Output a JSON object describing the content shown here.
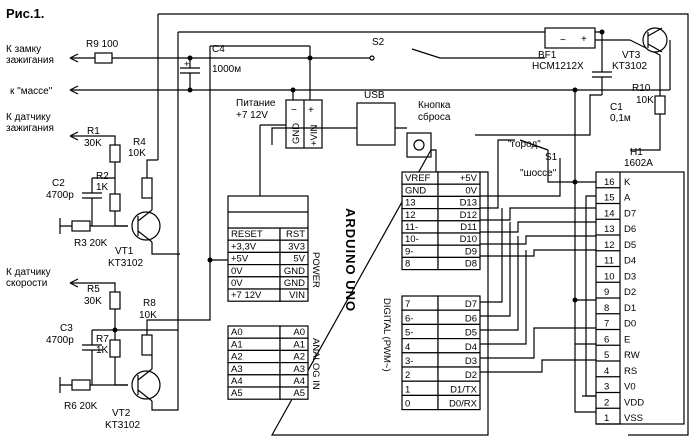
{
  "figure_title": "Рис.1.",
  "left_labels": {
    "ignition_lock": [
      "К замку",
      "зажигания"
    ],
    "ground": "к \"массе\"",
    "ignition_sensor": [
      "К датчику",
      "зажигания"
    ],
    "speed_sensor": [
      "К датчику",
      "скорости"
    ]
  },
  "components": {
    "r9": "R9 100",
    "c4": [
      "C4",
      "1000м"
    ],
    "s2": "S2",
    "bf1": [
      "BF1",
      "HCM1212X"
    ],
    "vt3": [
      "VT3",
      "KT3102"
    ],
    "r10": [
      "R10",
      "10K"
    ],
    "c1": [
      "C1",
      "0,1м"
    ],
    "r1": [
      "R1",
      "30K"
    ],
    "r2": [
      "R2",
      "1K"
    ],
    "r4": [
      "R4",
      "10K"
    ],
    "c2": [
      "C2",
      "4700p"
    ],
    "r3": "R3 20K",
    "vt1": [
      "VT1",
      "KT3102"
    ],
    "r5": [
      "R5",
      "30K"
    ],
    "r7": [
      "R7",
      "1K"
    ],
    "r8": [
      "R8",
      "10K"
    ],
    "c3": [
      "C3",
      "4700p"
    ],
    "r6": "R6 20K",
    "vt2": [
      "VT2",
      "KT3102"
    ],
    "s1": "S1",
    "s1_city": "\"город\"",
    "s1_highway": "\"шоссе\"",
    "h1": [
      "H1",
      "1602A"
    ]
  },
  "power_header": {
    "label": [
      "Питание",
      "+7  12V"
    ],
    "minus": "−",
    "plus": "+",
    "gnd": "GND",
    "vin": "+VIN"
  },
  "arduino": {
    "usb": "USB",
    "reset_button": [
      "Кнопка",
      "сброса"
    ],
    "name": "ARDUINO UNO",
    "power_section": "POWER",
    "analog_section": "ANALOG IN",
    "digital_section": "DIGITAL (PWM~)",
    "power_pins": [
      [
        "RESET",
        "RST"
      ],
      [
        "+3,3V",
        "3V3"
      ],
      [
        "+5V",
        "5V"
      ],
      [
        "0V",
        "GND"
      ],
      [
        "0V",
        "GND"
      ],
      [
        "+7  12V",
        "VIN"
      ]
    ],
    "analog_pins": [
      [
        "A0",
        "A0"
      ],
      [
        "A1",
        "A1"
      ],
      [
        "A2",
        "A2"
      ],
      [
        "A3",
        "A3"
      ],
      [
        "A4",
        "A4"
      ],
      [
        "A5",
        "A5"
      ]
    ],
    "digital_top": [
      [
        "VREF",
        "+5V"
      ],
      [
        "GND",
        "0V"
      ],
      [
        "13",
        "D13"
      ],
      [
        "12",
        "D12"
      ],
      [
        "11-",
        "D11"
      ],
      [
        "10-",
        "D10"
      ],
      [
        "9-",
        "D9"
      ],
      [
        "8",
        "D8"
      ]
    ],
    "digital_bottom": [
      [
        "7",
        "D7"
      ],
      [
        "6-",
        "D6"
      ],
      [
        "5-",
        "D5"
      ],
      [
        "4",
        "D4"
      ],
      [
        "3-",
        "D3"
      ],
      [
        "2",
        "D2"
      ],
      [
        "1",
        "D1/TX"
      ],
      [
        "0",
        "D0/RX"
      ]
    ]
  },
  "lcd_pins": [
    [
      "16",
      "K"
    ],
    [
      "15",
      "A"
    ],
    [
      "14",
      "D7"
    ],
    [
      "13",
      "D6"
    ],
    [
      "12",
      "D5"
    ],
    [
      "11",
      "D4"
    ],
    [
      "10",
      "D3"
    ],
    [
      "9",
      "D2"
    ],
    [
      "8",
      "D1"
    ],
    [
      "7",
      "D0"
    ],
    [
      "6",
      "E"
    ],
    [
      "5",
      "RW"
    ],
    [
      "4",
      "RS"
    ],
    [
      "3",
      "V0"
    ],
    [
      "2",
      "VDD"
    ],
    [
      "1",
      "VSS"
    ]
  ]
}
